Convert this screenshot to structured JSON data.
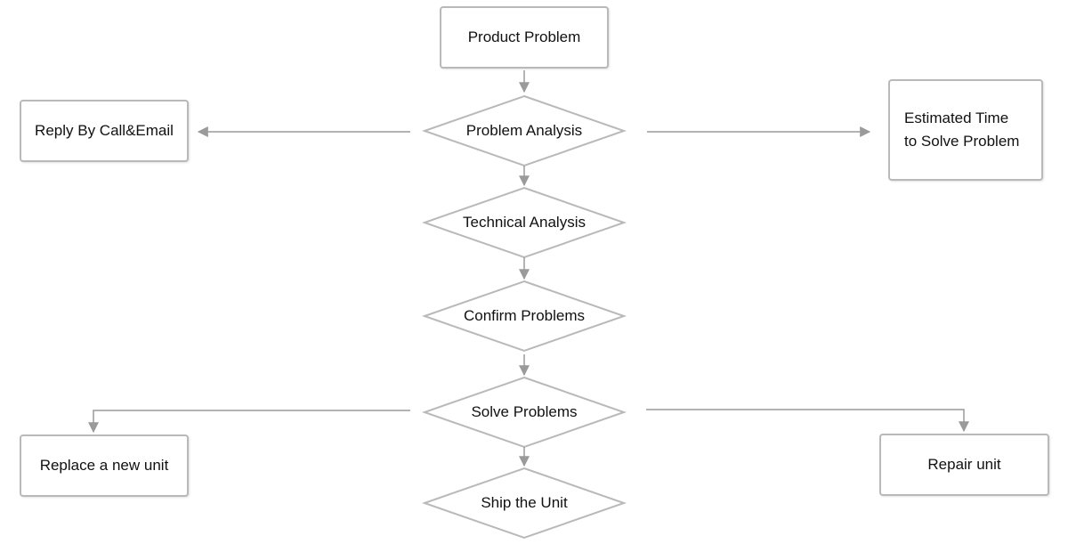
{
  "nodes": {
    "product_problem": "Product Problem",
    "problem_analysis": "Problem Analysis",
    "reply_by_call_email": "Reply By Call&Email",
    "estimated_time": "Estimated Time\nto Solve Problem",
    "technical_analysis": "Technical Analysis",
    "confirm_problems": "Confirm Problems",
    "solve_problems": "Solve Problems",
    "replace_new_unit": "Replace a new unit",
    "repair_unit": "Repair unit",
    "ship_the_unit": "Ship the Unit"
  },
  "colors": {
    "border": "#b9b9b9",
    "connector": "#9a9a9a",
    "text": "#111111",
    "background": "#ffffff"
  }
}
